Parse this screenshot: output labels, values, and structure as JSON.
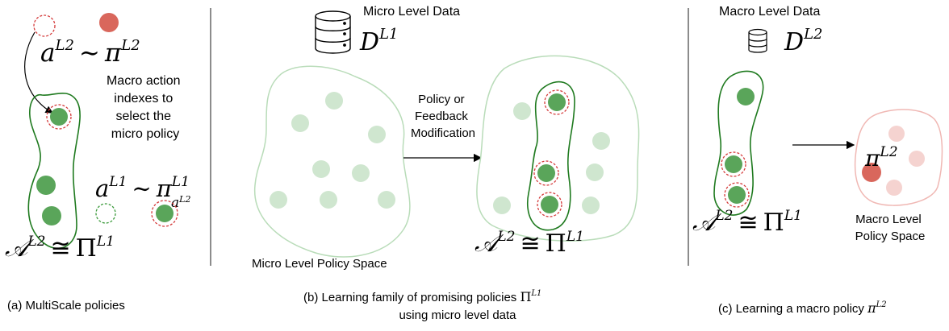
{
  "panel_a": {
    "formula_top": {
      "a": "a",
      "sup": "L2",
      "sim": "∼",
      "pi": "π",
      "pisup": "L2"
    },
    "note_lines": [
      "Macro action",
      "indexes to",
      "select the",
      "micro policy"
    ],
    "formula_mid": {
      "a": "a",
      "sup": "L1",
      "sim": "∼",
      "pi": "π",
      "pisup": "L1",
      "pisub": "a",
      "pisubsup": "L2"
    },
    "formula_bottom": {
      "calA": "𝒜",
      "sup": "L2",
      "cong": "≅",
      "Pi": "Π",
      "Pisup": "L1"
    },
    "caption": "(a) MultiScale policies"
  },
  "panel_b": {
    "data_title": "Micro Level Data",
    "data_symbol": {
      "D": "D",
      "sup": "L1"
    },
    "arrow_label_lines": [
      "Policy or",
      "Feedback",
      "Modification"
    ],
    "space_label": "Micro Level Policy Space",
    "formula": {
      "calA": "𝒜",
      "sup": "L2",
      "cong": "≅",
      "Pi": "Π",
      "Pisup": "L1"
    },
    "caption_line1": {
      "text": "(b) Learning family of promising policies ",
      "Pi": "Π",
      "sup": "L1"
    },
    "caption_line2": "using micro level data"
  },
  "panel_c": {
    "data_title": "Macro Level Data",
    "data_symbol": {
      "D": "D",
      "sup": "L2"
    },
    "pi_label": {
      "pi": "π",
      "sup": "L2"
    },
    "formula": {
      "calA": "𝒜",
      "sup": "L2",
      "cong": "≅",
      "Pi": "Π",
      "Pisup": "L1"
    },
    "space_label_lines": [
      "Macro Level",
      "Policy Space"
    ],
    "caption": {
      "text": "(c) Learning a macro policy ",
      "pi": "π",
      "sup": "L2"
    }
  },
  "colors": {
    "green": "#5aa55a",
    "green_light": "#cfe6cf",
    "green_outline": "#1f7a1f",
    "red_dashed": "#d43a3a",
    "red_fill": "#d9675c",
    "pink_light": "#f5d3d0",
    "pink_outline": "#f0b8b4",
    "blob_outline": "#b9dcb9",
    "divider": "#666666"
  }
}
